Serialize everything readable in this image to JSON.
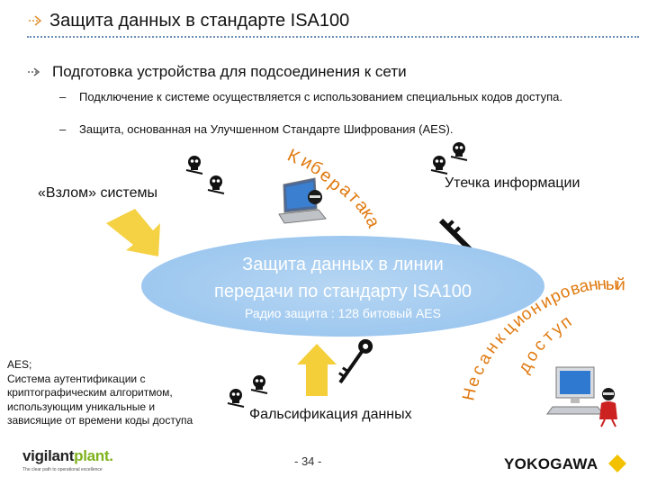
{
  "header": {
    "title": "Защита данных в стандарте  ISA100"
  },
  "bullets": {
    "main": "Подготовка устройства для подсоединения к сети",
    "sub": [
      "Подключение к системе осуществляется с использованием специальных кодов доступа.",
      "Защита, основанная на Улучшенном Стандарте Шифрования (AES)."
    ],
    "dash": "–"
  },
  "diagram": {
    "cyber_attack_letters": [
      "К",
      "и",
      "б",
      "е",
      "р",
      " ",
      "а",
      "т",
      "а",
      "к",
      "а"
    ],
    "hack_label": "«Взлом» системы",
    "leak_label": "Утечка информации",
    "falsify_label": "Фальсификация данных",
    "unauthorized_letters": [
      "Н",
      "е",
      "с",
      "а",
      "н",
      "к",
      "ц",
      "и",
      "о",
      "н",
      "и",
      "р",
      "о",
      "в",
      "а",
      "н",
      "н",
      "ы",
      "й"
    ],
    "unauthorized_line2_letters": [
      "д",
      "о",
      "с",
      "т",
      "у",
      "п"
    ],
    "center": {
      "line1": "Защита данных в линии",
      "line2": "передачи по стандарту ISA100",
      "line3": "Радио защита : 128 битовый AES"
    },
    "aes_note": "AES;\nСистема аутентификации с криптографическим алгоритмом, использующим уникальные и зависящие от времени коды доступа",
    "cyber_attack_color": "#e07a10",
    "unauthorized_color": "#e07a10",
    "ellipse_color": "#9ec8ef",
    "arrow_color": "#f4cf3a"
  },
  "footer": {
    "page_number": "- 34 -",
    "brand_main": "vigilant",
    "brand_accent": "plant.",
    "brand_tagline": "The clear path to operational excellence",
    "company": "YOKOGAWA"
  },
  "icons": [
    "arrow-bullet-icon",
    "skull-icon",
    "key-icon",
    "laptop-icon",
    "desktop-computer-icon",
    "hacker-icon",
    "yellow-arrow-icon"
  ]
}
